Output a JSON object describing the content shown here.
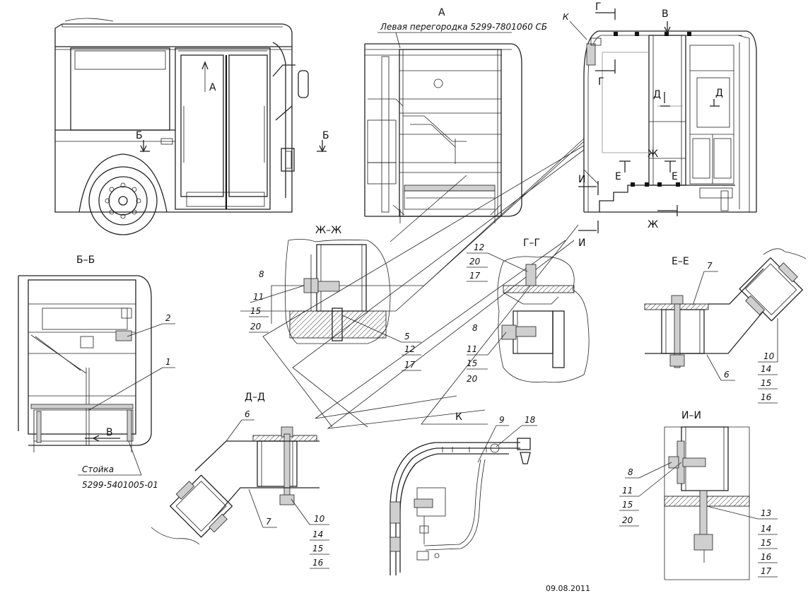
{
  "date": "09.08.2011",
  "views": {
    "a": {
      "title": "А",
      "caption": "Левая перегородка 5299-7801060 СБ"
    },
    "bb": {
      "title": "Б–Б",
      "callout_1": "1",
      "callout_2": "2",
      "arrow": "В",
      "caption_line1": "Стойка",
      "caption_line2": "5299-5401005-01"
    },
    "zhzh": {
      "title": "Ж–Ж",
      "parts_left": [
        "8",
        "11",
        "15",
        "20"
      ],
      "parts_right": [
        "5",
        "12",
        "17"
      ]
    },
    "gg": {
      "title": "Г–Г",
      "parts_top": [
        "12",
        "20",
        "17"
      ],
      "parts_left": [
        "8",
        "11",
        "15",
        "20"
      ]
    },
    "ee": {
      "title": "Е–Е",
      "callout_7": "7",
      "callout_6": "6",
      "parts": [
        "10",
        "14",
        "15",
        "16"
      ]
    },
    "dd": {
      "title": "Д–Д",
      "callout_6": "6",
      "callout_7": "7",
      "parts": [
        "10",
        "14",
        "15",
        "16"
      ]
    },
    "k": {
      "title": "К",
      "callout_9": "9",
      "callout_18": "18"
    },
    "ii": {
      "title": "И–И",
      "parts_left": [
        "8",
        "11",
        "15",
        "20"
      ],
      "parts_right": [
        "13",
        "14",
        "15",
        "16",
        "17"
      ]
    },
    "side": {
      "section_a": "А",
      "section_b_left": "Б",
      "section_b_right": "Б"
    },
    "plan": {
      "k": "К",
      "g_top": "Г",
      "g_mid": "Г",
      "v": "В",
      "d_left": "Д",
      "d_right": "Д",
      "zh_mid": "Ж",
      "zh_bottom": "Ж",
      "e_left": "Е",
      "e_right": "Е",
      "i_top": "И",
      "i_bottom": "И"
    }
  }
}
